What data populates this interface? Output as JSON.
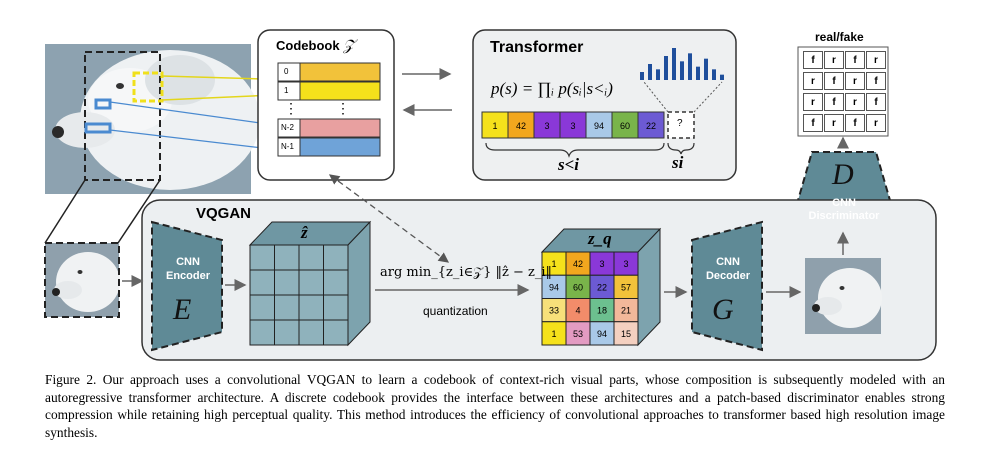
{
  "colors": {
    "panel_bg": "#eceff1",
    "module_fill": "#5f8a96",
    "cb_yellow": "#f5d21b",
    "cb_orange": "#f2c23a",
    "cb_pink": "#e8a0a0",
    "cb_blue": "#6fa3d8"
  },
  "codebook": {
    "title": "Codebook",
    "title_symbol": "𝒵",
    "rows": [
      "0",
      "1",
      "N-2",
      "N-1"
    ],
    "ellipsis": "⋮"
  },
  "transformer": {
    "title": "Transformer",
    "formula": "p(s) = ∏ᵢ p(sᵢ|s<ᵢ)",
    "tokens": [
      {
        "value": "1",
        "color": "#f5e11b"
      },
      {
        "value": "42",
        "color": "#f2a71e"
      },
      {
        "value": "3",
        "color": "#8a38d8"
      },
      {
        "value": "3",
        "color": "#8a38d8"
      },
      {
        "value": "94",
        "color": "#a9c9e8"
      },
      {
        "value": "60",
        "color": "#79b44a"
      },
      {
        "value": "22",
        "color": "#6c5ad3"
      }
    ],
    "unknown_token": "?",
    "context_label": "s<i",
    "target_label": "si",
    "histogram": [
      3,
      6,
      4,
      9,
      12,
      7,
      10,
      5,
      8,
      4,
      2
    ]
  },
  "discriminator": {
    "title": "real/fake",
    "grid": [
      [
        "f",
        "r",
        "f",
        "r"
      ],
      [
        "r",
        "f",
        "r",
        "f"
      ],
      [
        "r",
        "f",
        "r",
        "f"
      ],
      [
        "f",
        "r",
        "f",
        "r"
      ]
    ],
    "label": "CNN\nDiscriminator",
    "symbol": "D"
  },
  "vqgan": {
    "title": "VQGAN",
    "encoder_label": "CNN\nEncoder",
    "encoder_symbol": "E",
    "decoder_label": "CNN\nDecoder",
    "decoder_symbol": "G",
    "zhat_symbol": "ẑ",
    "zq_symbol": "z_q",
    "argmin": "arg min_{z_i∈𝒵} ‖ẑ − z_i‖",
    "quantization": "quantization",
    "zq_grid": [
      [
        {
          "v": "1",
          "c": "#f5e11b"
        },
        {
          "v": "42",
          "c": "#f2a71e"
        },
        {
          "v": "3",
          "c": "#8a38d8"
        },
        {
          "v": "3",
          "c": "#8a38d8"
        }
      ],
      [
        {
          "v": "94",
          "c": "#a9c9e8"
        },
        {
          "v": "60",
          "c": "#79b44a"
        },
        {
          "v": "22",
          "c": "#6c5ad3"
        },
        {
          "v": "57",
          "c": "#f2c23a"
        }
      ],
      [
        {
          "v": "33",
          "c": "#f7e07a"
        },
        {
          "v": "4",
          "c": "#f28c6a"
        },
        {
          "v": "18",
          "c": "#6cc08f"
        },
        {
          "v": "21",
          "c": "#f2b89a"
        }
      ],
      [
        {
          "v": "1",
          "c": "#f5e11b"
        },
        {
          "v": "53",
          "c": "#e39bc2"
        },
        {
          "v": "94",
          "c": "#a9c9e8"
        },
        {
          "v": "15",
          "c": "#f4d0c0"
        }
      ]
    ]
  },
  "caption": "Figure 2. Our approach uses a convolutional VQGAN to learn a codebook of context-rich visual parts, whose composition is subsequently modeled with an autoregressive transformer architecture.  A discrete codebook provides the interface between these architectures and a patch-based discriminator enables strong compression while retaining high perceptual quality.  This method introduces the efficiency of convolutional approaches to transformer based high resolution image synthesis."
}
